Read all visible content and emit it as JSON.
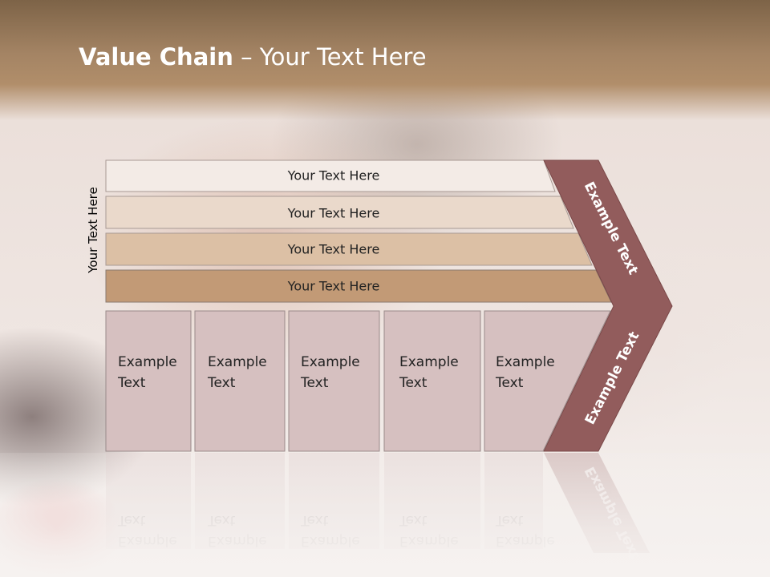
{
  "slide": {
    "title_bold": "Value Chain",
    "title_rest": " – Your Text Here",
    "side_label": "Your Text Here"
  },
  "bars": [
    {
      "label": "Your Text Here",
      "fill": "#f3ebe6"
    },
    {
      "label": "Your Text Here",
      "fill": "#ead9cb"
    },
    {
      "label": "Your Text Here",
      "fill": "#dcc0a5"
    },
    {
      "label": "Your Text Here",
      "fill": "#c29a76"
    }
  ],
  "boxes": [
    {
      "line1": "Example",
      "line2": "Text"
    },
    {
      "line1": "Example",
      "line2": "Text"
    },
    {
      "line1": "Example",
      "line2": "Text"
    },
    {
      "line1": "Example",
      "line2": "Text"
    },
    {
      "line1": "Example",
      "line2": "Text"
    }
  ],
  "arrow": {
    "upper_label": "Example Text",
    "lower_label": "Example Text",
    "fill": "#925c5c"
  },
  "colors": {
    "box_fill": "#d6c0c0",
    "header": "#a48464"
  }
}
